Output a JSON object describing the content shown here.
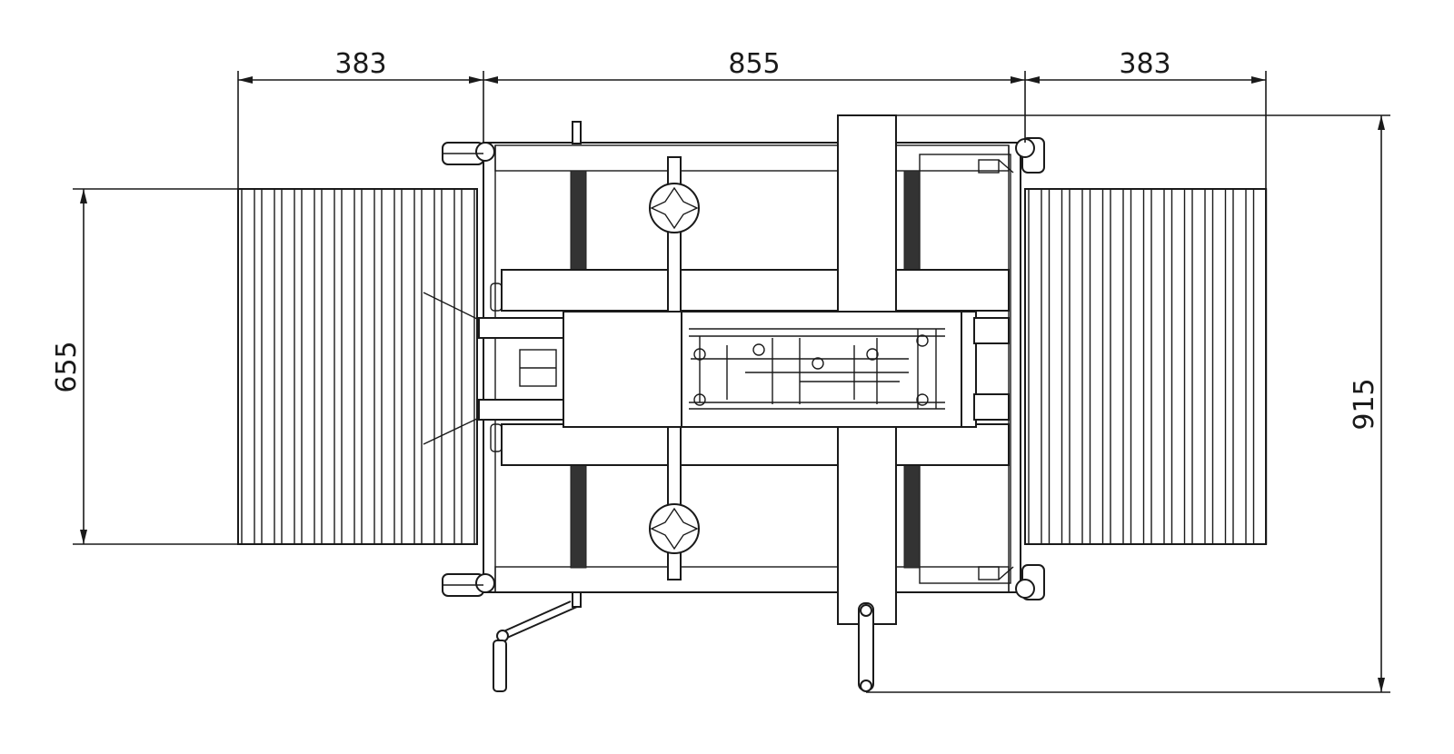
{
  "dimensions": {
    "left_conveyor_width": "383",
    "machine_width": "855",
    "right_conveyor_width": "383",
    "conveyor_depth": "655",
    "overall_depth": "915"
  },
  "colors": {
    "line": "#1a1a1a",
    "background": "#ffffff"
  }
}
